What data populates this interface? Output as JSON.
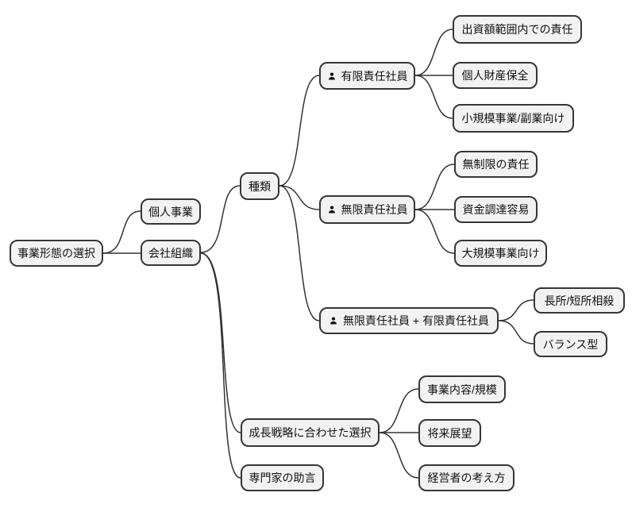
{
  "diagram": {
    "type": "mindmap",
    "background_color": "#ffffff",
    "node_fill_color": "#f2f2f2",
    "node_border_color": "#363636",
    "edge_color": "#333333",
    "text_color": "#111111"
  },
  "mindmap": {
    "root": {
      "label": "事業形態の選択",
      "children": [
        {
          "label": "個人事業"
        },
        {
          "label": "会社組織",
          "children": [
            {
              "label": "種類",
              "children": [
                {
                  "label": "有限責任社員",
                  "icon": "person-icon",
                  "children": [
                    {
                      "label": "出資額範囲内での責任"
                    },
                    {
                      "label": "個人財産保全"
                    },
                    {
                      "label": "小規模事業/副業向け"
                    }
                  ]
                },
                {
                  "label": "無限責任社員",
                  "icon": "person-icon",
                  "children": [
                    {
                      "label": "無制限の責任"
                    },
                    {
                      "label": "資金調達容易"
                    },
                    {
                      "label": "大規模事業向け"
                    }
                  ]
                },
                {
                  "label": "無限責任社員 + 有限責任社員",
                  "icon": "person-icon",
                  "children": [
                    {
                      "label": "長所/短所相殺"
                    },
                    {
                      "label": "バランス型"
                    }
                  ]
                }
              ]
            },
            {
              "label": "成長戦略に合わせた選択",
              "children": [
                {
                  "label": "事業内容/規模"
                },
                {
                  "label": "将来展望"
                },
                {
                  "label": "経営者の考え方"
                }
              ]
            },
            {
              "label": "専門家の助言"
            }
          ]
        }
      ]
    }
  }
}
